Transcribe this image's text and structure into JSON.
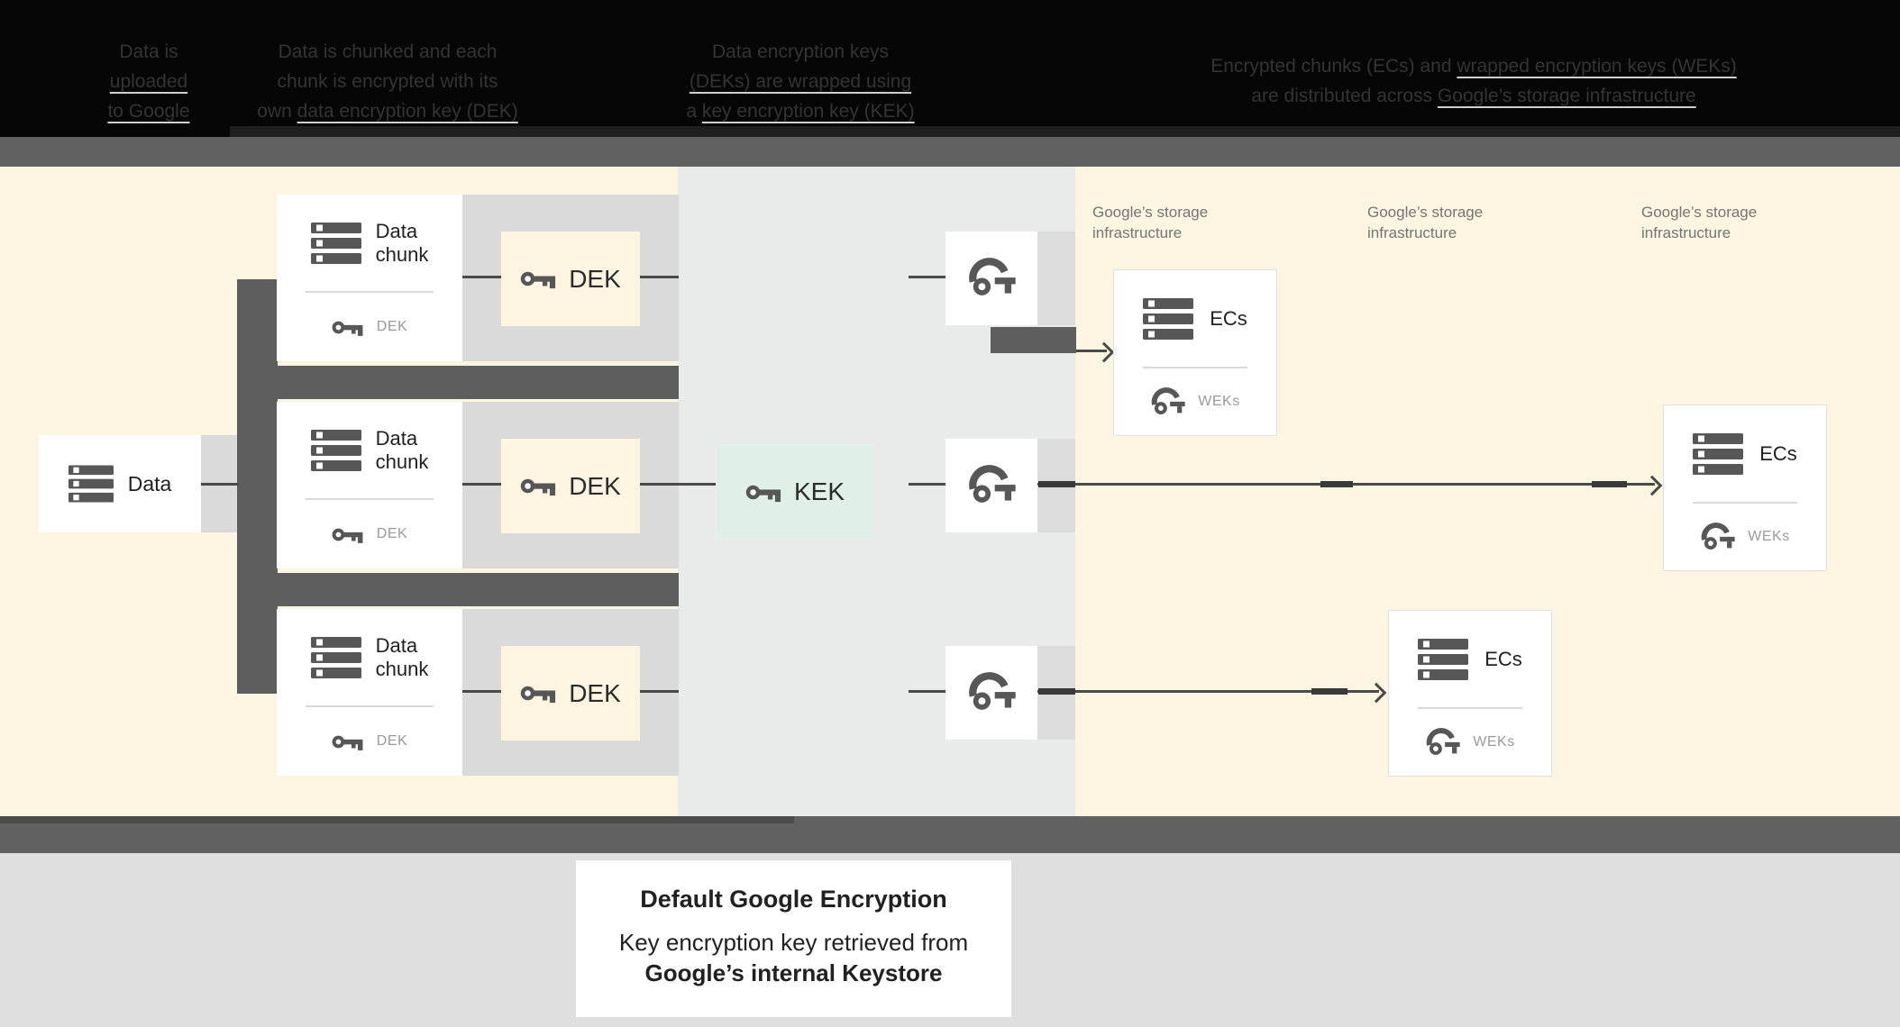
{
  "banner": {
    "caption1": {
      "line1": "Data is",
      "line2": "uploaded",
      "line3": "to Google"
    },
    "caption2": {
      "line1": "Data is chunked and each",
      "line2": "chunk is encrypted with its",
      "line3_pre": "own ",
      "line3_link": "data encryption key (DEK)"
    },
    "caption3": {
      "line1": "Data encryption keys",
      "line2": "(DEKs) are wrapped using",
      "line3_pre": "a ",
      "line3_link": "key encryption key (KEK)"
    },
    "caption4": {
      "line1_pre": "Encrypted chunks (ECs) and ",
      "line1_link": "wrapped encryption keys (WEKs)",
      "line2_pre": "are distributed across ",
      "line2_link": "Google’s storage infrastructure"
    }
  },
  "diagram": {
    "data_box": {
      "label": "Data"
    },
    "chunk_card": {
      "count": 3,
      "label_line1": "Data",
      "label_line2": "chunk",
      "key_label": "DEK"
    },
    "dek_box": {
      "count": 3,
      "label": "DEK"
    },
    "kek_box": {
      "label": "KEK"
    },
    "key_wrap_box": {
      "count": 3
    },
    "storage_label": {
      "count": 3,
      "line1": "Google’s storage",
      "line2": "infrastructure"
    },
    "ec_card": {
      "count": 3,
      "label": "ECs",
      "key_label": "WEKs"
    }
  },
  "footer": {
    "title": "Default Google Encryption",
    "body_line1": "Key encryption key retrieved from",
    "body_line2": "Google’s internal Keystore"
  },
  "palette": {
    "banner_bg": "#060606",
    "banner_text": "#343434",
    "gray_bar": "#616161",
    "cream_bg": "#FBF5E1",
    "central_band": "#E8EBEA",
    "row_band": "#DADADA",
    "dark_connector": "#5E5E5E",
    "line": "#4A4A4A",
    "dek_fill": "#FDF5E2",
    "kek_fill": "#E0F0E7",
    "card_bg": "#FFFFFF",
    "text_dark": "#212121",
    "text_gray": "#757575",
    "text_muted": "#9A9A9A",
    "icon_gray": "#575757",
    "footer_bg": "#DFDFDF"
  }
}
